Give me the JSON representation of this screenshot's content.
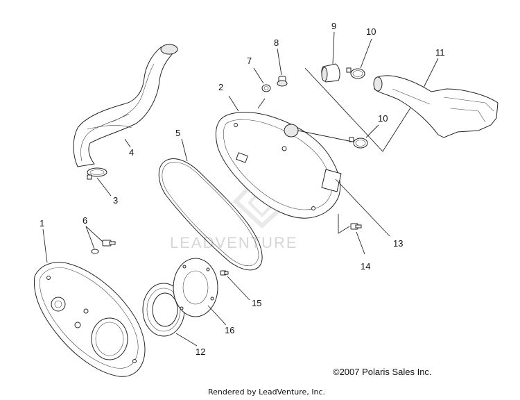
{
  "callouts": {
    "c1": "1",
    "c2": "2",
    "c3": "3",
    "c4": "4",
    "c5": "5",
    "c6": "6",
    "c7": "7",
    "c8": "8",
    "c9": "9",
    "c10a": "10",
    "c10b": "10",
    "c11": "11",
    "c12": "12",
    "c13": "13",
    "c14": "14",
    "c15": "15",
    "c16": "16"
  },
  "watermark": "LEADVENTURE",
  "copyright": "©2007 Polaris Sales Inc.",
  "rendered_by": "Rendered by LeadVenture, Inc."
}
